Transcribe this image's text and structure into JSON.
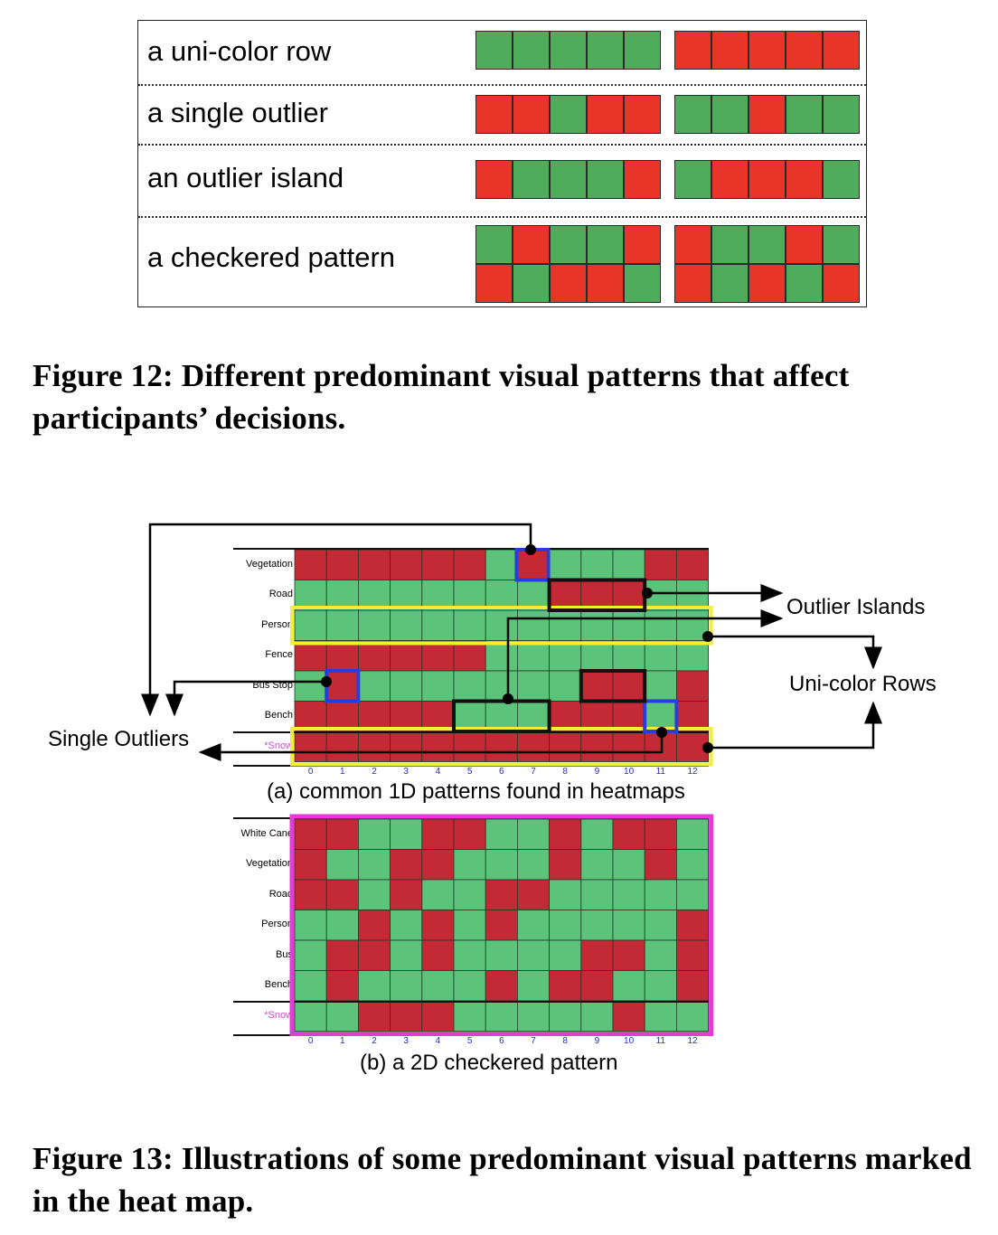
{
  "colors": {
    "green": "#4fac5b",
    "red": "#e8352a",
    "hm_green": "#5cc47a",
    "hm_red": "#c42a36",
    "outlier_box": "#2a3cdc",
    "island_box": "#111111",
    "row_box": "#f2ee3a",
    "checker_box": "#e43ad8"
  },
  "fig12": {
    "rows": [
      {
        "label": "a uni-color row",
        "left": [
          [
            "G",
            "G",
            "G",
            "G",
            "G"
          ]
        ],
        "right": [
          [
            "R",
            "R",
            "R",
            "R",
            "R"
          ]
        ]
      },
      {
        "label": "a single outlier",
        "left": [
          [
            "R",
            "R",
            "G",
            "R",
            "R"
          ]
        ],
        "right": [
          [
            "G",
            "G",
            "R",
            "G",
            "G"
          ]
        ]
      },
      {
        "label": "an outlier island",
        "left": [
          [
            "R",
            "G",
            "G",
            "G",
            "R"
          ]
        ],
        "right": [
          [
            "G",
            "R",
            "R",
            "R",
            "G"
          ]
        ]
      },
      {
        "label": "a checkered pattern",
        "left": [
          [
            "G",
            "R",
            "G",
            "G",
            "R"
          ],
          [
            "R",
            "G",
            "R",
            "R",
            "G"
          ]
        ],
        "right": [
          [
            "R",
            "G",
            "G",
            "R",
            "G"
          ],
          [
            "R",
            "G",
            "R",
            "G",
            "R"
          ]
        ]
      }
    ],
    "caption": "Figure 12: Different predominant visual patterns that affect participants’ decisions."
  },
  "fig13a": {
    "ylabels": [
      "Vegetation",
      "Road",
      "Person",
      "Fence",
      "Bus Stop",
      "Bench",
      "*Snow"
    ],
    "xticks": [
      "0",
      "1",
      "2",
      "3",
      "4",
      "5",
      "6",
      "7",
      "8",
      "9",
      "10",
      "11",
      "12"
    ],
    "grid": [
      "RRRRRRGRGGGRR",
      "GGGGGGGGRRRGG",
      "GGGGGGGGGGGGG",
      "RRRRRRGGGGGGG",
      "GRGGGGGGGRRGR",
      "RRRRRGGGRRRGR",
      "RRRRRRRRRRRRR"
    ],
    "annotations": {
      "single_outliers": "Single Outliers",
      "outlier_islands": "Outlier Islands",
      "uni_color_rows": "Uni-color Rows"
    },
    "subcaption": "(a) common 1D patterns found in heatmaps"
  },
  "fig13b": {
    "ylabels": [
      "White Cane",
      "Vegetation",
      "Road",
      "Person",
      "Bus",
      "Bench",
      "*Snow"
    ],
    "xticks": [
      "0",
      "1",
      "2",
      "3",
      "4",
      "5",
      "6",
      "7",
      "8",
      "9",
      "10",
      "11",
      "12"
    ],
    "grid": [
      "RRGGRRGGRGRRG",
      "RGGRRGGGRGGRG",
      "RRGRGGRRGGGGG",
      "GGRGRGRGGGGGR",
      "GRRGRGGGGRRGR",
      "GRGGGGRGRRGGR",
      "GGRRRGGGGGRGG"
    ],
    "subcaption": "(b) a 2D checkered pattern"
  },
  "fig13_caption": "Figure 13: Illustrations of some predominant visual patterns marked in the heat map."
}
